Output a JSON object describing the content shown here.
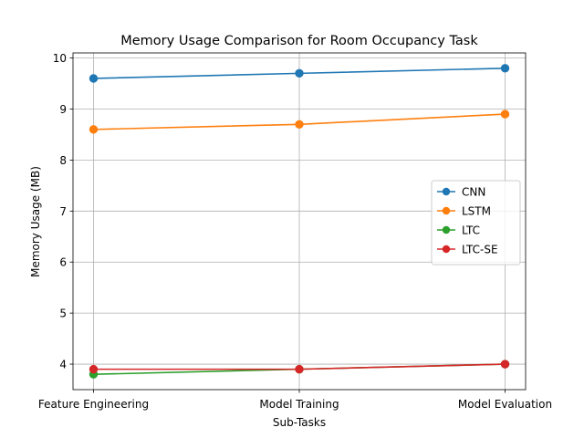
{
  "chart_data": {
    "type": "line",
    "title": "Memory Usage Comparison for Room Occupancy Task",
    "xlabel": "Sub-Tasks",
    "ylabel": "Memory Usage (MB)",
    "categories": [
      "Feature Engineering",
      "Model Training",
      "Model Evaluation"
    ],
    "ylim": [
      3.5,
      10.1
    ],
    "yticks": [
      4,
      5,
      6,
      7,
      8,
      9,
      10
    ],
    "grid": true,
    "legend_position": "center-right",
    "series": [
      {
        "name": "CNN",
        "color": "#1f77b4",
        "values": [
          9.6,
          9.7,
          9.8
        ]
      },
      {
        "name": "LSTM",
        "color": "#ff7f0e",
        "values": [
          8.6,
          8.7,
          8.9
        ]
      },
      {
        "name": "LTC",
        "color": "#2ca02c",
        "values": [
          3.8,
          3.9,
          4.0
        ]
      },
      {
        "name": "LTC-SE",
        "color": "#d62728",
        "values": [
          3.9,
          3.9,
          4.0
        ]
      }
    ]
  }
}
